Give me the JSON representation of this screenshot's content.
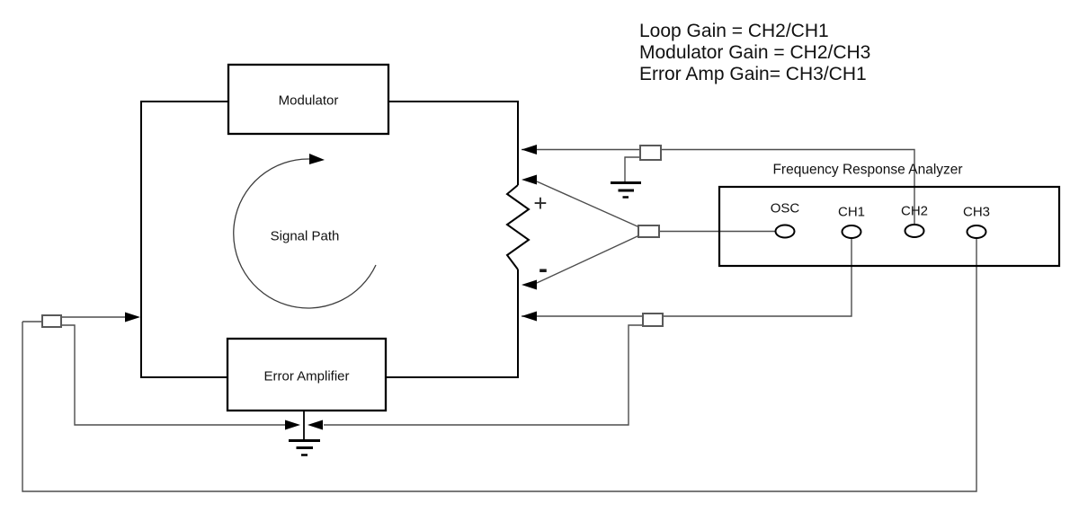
{
  "colors": {
    "background": "#ffffff",
    "main_line": "#000000",
    "thin_wire": "#4d4d4d",
    "probe_outline": "#595959",
    "text": "#111111"
  },
  "equations": {
    "lines": [
      "Loop Gain = CH2/CH1",
      "Modulator Gain = CH2/CH3",
      "Error Amp Gain= CH3/CH1"
    ]
  },
  "loop": {
    "modulator_label": "Modulator",
    "signal_path_label": "Signal Path",
    "error_amplifier_label": "Error Amplifier",
    "injection_plus_label": "+",
    "injection_minus_label": "-"
  },
  "analyzer": {
    "title": "Frequency Response Analyzer",
    "terminals": [
      {
        "label": "OSC"
      },
      {
        "label": "CH1"
      },
      {
        "label": "CH2"
      },
      {
        "label": "CH3"
      }
    ]
  }
}
